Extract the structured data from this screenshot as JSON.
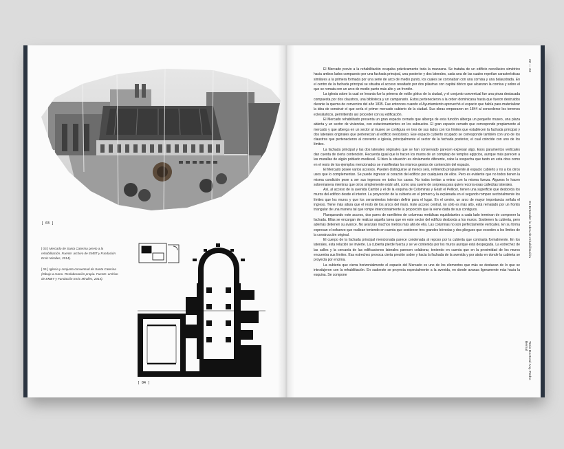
{
  "left_page": {
    "fig_a_number": "[ 03 ]",
    "fig_b_number": "[ 04 ]",
    "caption_1_num": "[ 03 ]",
    "caption_1_text": "Mercado de Santa Caterina previo a la rehabilitación. Fuente: archivo de EMBT y Fundación Enric Miralles, 2014).",
    "caption_2_num": "[ 04 ]",
    "caption_2_text": "Iglesia y conjunto conventual de Santa Caterina (Dibujo a mano. Reelaboración propia. Fuente: archivo de EMBT y Fundación Enric Miralles, 2014)."
  },
  "right_page": {
    "header_pages": "22 — 23",
    "header_chapter": "C1   Entender la obra de rehabilitación",
    "header_author": "Tesis Doctoral   Arq. Pedro Bernal",
    "paragraphs": [
      "El Mercado previo a la rehabilitación ocupaba prácticamente toda la manzana. Se trataba de un edificio neoclásico simétrico hacia ambos lados compuesto por una fachada principal, una posterior y dos laterales, cada una de las cuales repetían características similares a la primera formada por una serie de arco de medio punto, los cuales se coronaban con una cornisa y una balaustrada. En el centro de la fachada principal se situaba el acceso resaltado por dos pilastras con capital dórico que alcanzan la cornisa y sobre el que se remata con un arco de medio punto más alto y un frontón.",
      "La iglesia sobre la cual se levanta fue la primera de estilo gótico de la ciudad, y el conjunto conventual fue una pieza destacada compuesta por dos claustros, una biblioteca y un campanario. Estos pertenecieron a la orden dominicana hasta que fueron destruidos durante la quema de conventos del año 1835. Fue entonces cuando el Ayuntamiento aprovechó el espacio que había para materializar la idea de construir el que sería el primer mercado cubierto de la ciudad. Sus obras empezaron en 1844 al concederse los terrenos eclesiásticos, permitiendo así proceder con su edificación.",
      "El Mercado rehabilitado presenta un gran espacio cerrado que alberga de esta función alberga un pequeño museo, una plaza abierta y un sector de viviendas, con estacionamientos en los subsuelos. El gran espacio cerrado que corresponde propiamente al mercado y que alberga en un sector al museo se configura en tres de sus lados con los límites que establecen la fachada principal y dos laterales originales que pertenecían al edificio neoclásico. Ese espacio cubierto ocupado se corresponde también con uno de los claustros que pertenecieron al convento e iglesia, principalmente el sector de la fachada posterior, el cual coincide con uno de los límites.",
      "La fachada principal y las dos laterales originales que se han conservado parecen expresar algo. Esos paramentos verticales dan cuenta de cierta contención. Recuerda igual que lo hacen los muros de un complejo de templos egipcios, aunque más parecen a las murallas de algún poblado medieval. Si bien la situación es obviamente diferente, cabe la sospecha que tanto en esta obra como en el resto de los ejemplos mencionados se manifiestan los mismos gestos de contención del espacio.",
      "El Mercado posee varios accesos. Pueden distinguirse al menos seis, refiriendo propiamente al espacio cubierto y no a los otros usos que lo complementan. Se puede ingresar al corazón del edificio por cualquiera de ellos. Pero es evidente que no todos tienen la misma condición pese a ser sus ingresos en todos los casos. No todos invitan a entrar con la misma fuerza. Algunos lo hacen sobremanera mientras que otros simplemente están ahí, como una suerte de sorpresa para quien recorra esas callecitas laterales.",
      "Así, al acceso de la avenida Cambó y el de la esquina de Colominas y Giralt el Pellicer, tienen una superficie que desborda los muros del edificio desde el interior. La proyección de la cubierta en el primero y la explanada en el segundo rompen sectorialmente los límites que los muros y que los cerramientos intentan definir para el lugar. En el centro, un arco de mayor importancia señala el ingreso. Tiene más altura que el resto de los arcos del muro. Este acceso central, no sólo es más alto, está rematado por un frontis triangular de una manera tal que rompe intencionalmente la proporción que la viene dada de sus contiguos.",
      "Flanqueando este acceso, dos pares de ramilletes de columnas metálicas equidistantes a cada lado terminan de componer la fachada. Ellas se encargan de realizar aquella tarea que en este sector del edificio desborda a los muros. Sostienen la cubierta, pero además detienen su avance. No avanzan muchos metros más allá de ella. Las columnas no son perfectamente verticales. En su forma expresan el esfuerzo que realizan teniendo en cuenta que sostienen tres grandes bóvedas y dos pliegues que exceden a los límites de la construcción original.",
      "El cuerpo de la fachada principal mencionada parece condenada al reposo por la cubierta que contrasta formalmente. En los laterales, esta relación se invierte. La cubierta pierde fuerza y se ve contenida por los muros aunque está despegada. La estrechez de las calles y la cercanía de las edificaciones laterales parecen colaborar, teniendo en cuenta que en la proximidad de los muros encuentra sus límites. Esa estrechez provoca cierta presión sobre y hacia la fachada de la avenida y por atrás en donde la cubierta se proyecta por encima.",
      "La cubierta que cierra horizontalmente el espacio del Mercado es uno de los elementos que más se destacan de lo que se introdujeron con la rehabilitación. En sudoeste se proyecta especialmente a la avenida, en donde avanza ligeramente más hacia la esquina. Se compone"
    ]
  }
}
